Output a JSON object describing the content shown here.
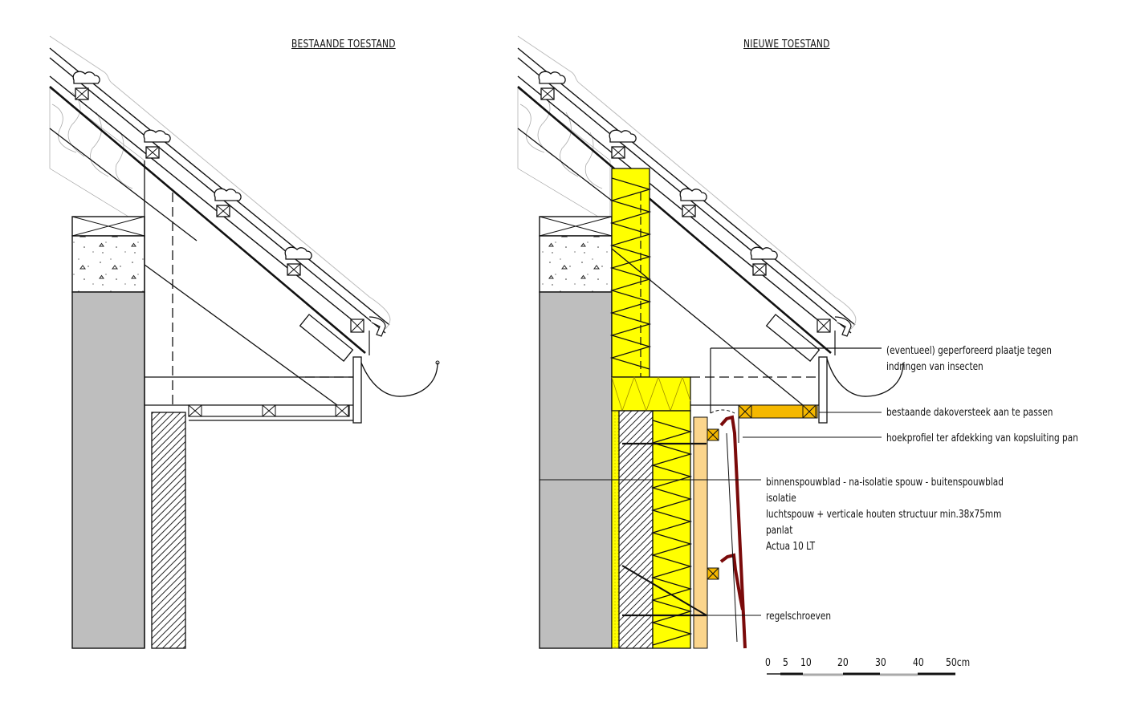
{
  "drawing": {
    "left_title": "BESTAANDE TOESTAND",
    "right_title": "NIEUWE TOESTAND"
  },
  "annotations": [
    {
      "id": "insect-plate",
      "lines": [
        "(eventueel) geperforeerd plaatje tegen",
        "indringen van insecten"
      ]
    },
    {
      "id": "roof-overhang",
      "lines": [
        "bestaande dakoversteek aan te passen"
      ]
    },
    {
      "id": "corner-profile",
      "lines": [
        "hoekprofiel ter afdekking van kopsluiting pan"
      ]
    },
    {
      "id": "wall-build-up",
      "lines": [
        "binnenspouwblad - na-isolatie spouw - buitenspouwblad",
        "isolatie",
        "luchtspouw + verticale houten structuur min.38x75mm",
        "panlat",
        "Actua 10 LT"
      ]
    },
    {
      "id": "screws",
      "lines": [
        "regelschroeven"
      ]
    }
  ],
  "scale_bar": {
    "ticks": [
      "0",
      "5",
      "10",
      "20",
      "30",
      "40",
      "50cm"
    ],
    "unit": "cm"
  },
  "colors": {
    "insulation": "#ffff00",
    "wall_grey": "#bebebe",
    "timber": "#f5b800",
    "light_timber": "#fbd58c",
    "tile_profile": "#7a0a0a",
    "line": "#111111"
  }
}
